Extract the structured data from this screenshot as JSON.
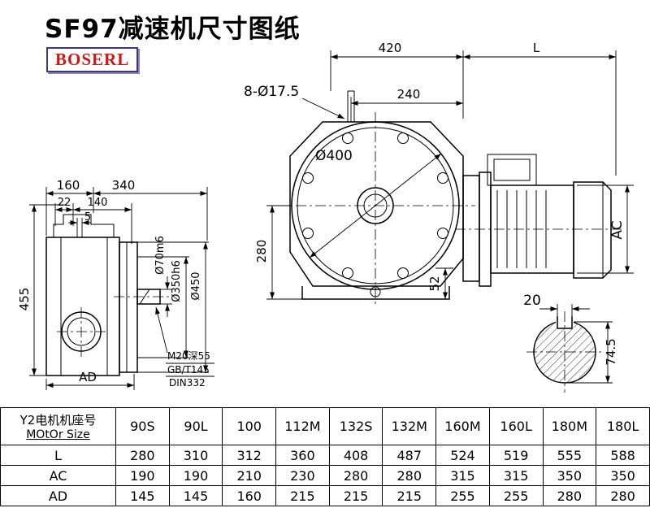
{
  "page": {
    "title": "SF97减速机尺寸图纸",
    "logo": "BOSERL"
  },
  "drawing": {
    "labels": {
      "top_width": "420",
      "motor_length": "L",
      "hole_spacing": "240",
      "bolt_holes": "8-Ø17.5",
      "flange_diameter": "Ø400",
      "center_height": "280",
      "foot_height": "52",
      "motor_diameter": "AC",
      "side_width_left": "160",
      "side_width_right": "340",
      "dim_22": "22",
      "dim_140": "140",
      "dim_5": "5",
      "shaft_diameter": "Ø70m6",
      "spigot_diameter": "Ø350h6",
      "flange_outer_diameter": "Ø450",
      "total_height": "455",
      "dim_ad": "AD",
      "tap_note_line1": "M20深55",
      "tap_note_line2": "GB/T145",
      "tap_note_line3": "DIN332",
      "keyway_width": "20",
      "shaft_section_height": "74.5"
    }
  },
  "table": {
    "header": {
      "line1": "Y2电机机座号",
      "line2": "MOtOr Size",
      "sizes": [
        "90S",
        "90L",
        "100",
        "112M",
        "132S",
        "132M",
        "160M",
        "160L",
        "180M",
        "180L"
      ]
    },
    "rows": [
      {
        "label": "L",
        "values": [
          "280",
          "310",
          "312",
          "360",
          "408",
          "487",
          "524",
          "519",
          "555",
          "588"
        ]
      },
      {
        "label": "AC",
        "values": [
          "190",
          "190",
          "210",
          "230",
          "280",
          "280",
          "315",
          "315",
          "350",
          "350"
        ]
      },
      {
        "label": "AD",
        "values": [
          "145",
          "145",
          "160",
          "215",
          "215",
          "215",
          "255",
          "255",
          "280",
          "280"
        ]
      }
    ]
  }
}
